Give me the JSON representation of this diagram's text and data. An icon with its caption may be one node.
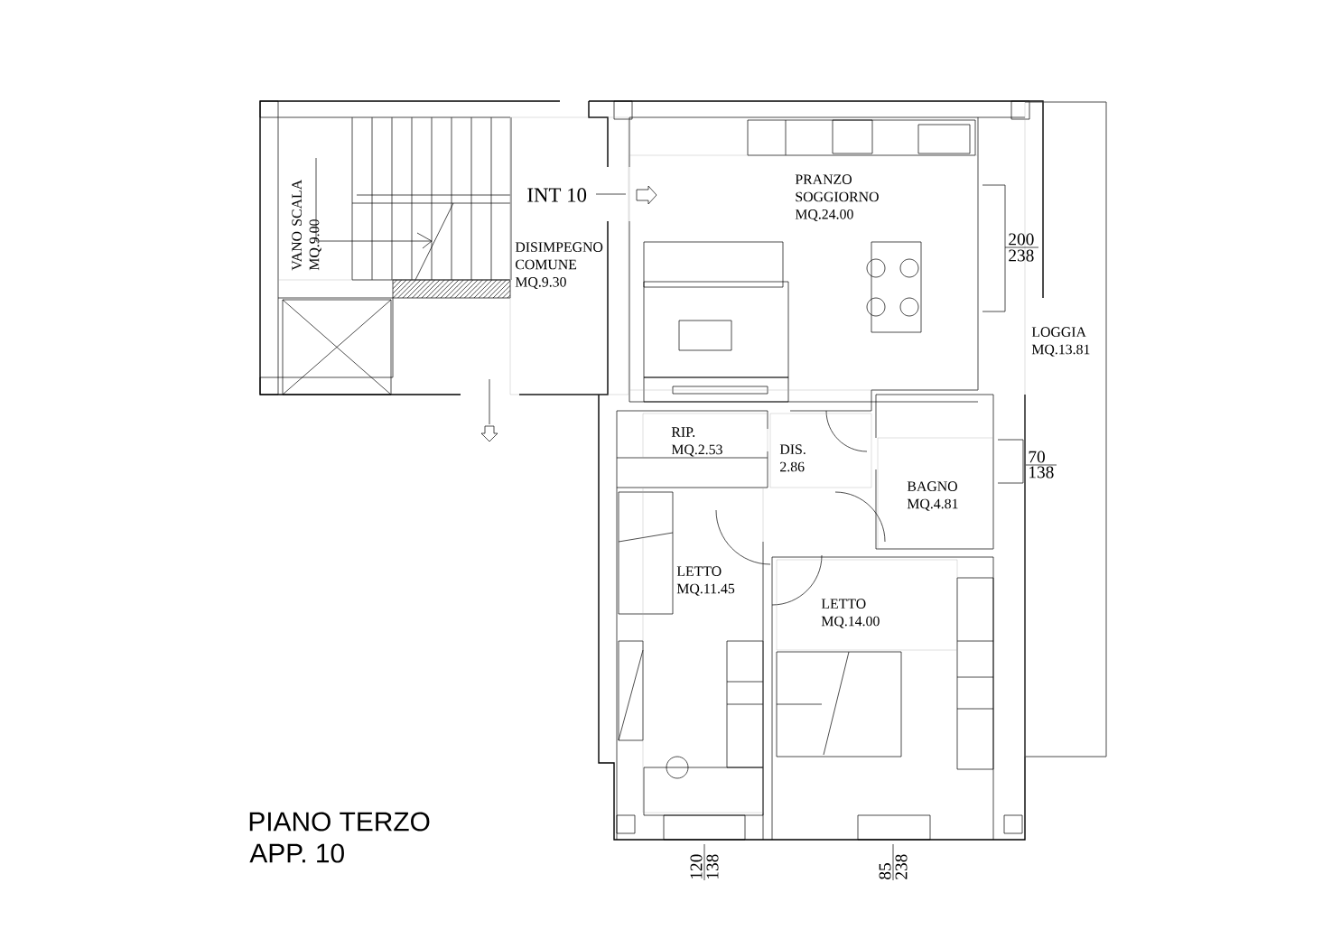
{
  "diagram": {
    "title": "PIANO TERZO",
    "caption": "APP.  10",
    "nodes": [
      {
        "text": [
          "VANO SCALA MQ.9.00"
        ]
      },
      {
        "text": [
          "DISIMPEGNO COMUNE MQ.9.30"
        ]
      },
      {
        "text": [
          "PRANZO SOGGIORNO MQ.24.00"
        ]
      },
      {
        "text": [
          "LOGGIA MQ.13.81"
        ]
      },
      {
        "text": [
          "RIP. MQ.2.53"
        ]
      },
      {
        "text": [
          "DIS. 2.86"
        ]
      },
      {
        "text": [
          "BAGNO MQ.4.81"
        ]
      },
      {
        "text": [
          "LETTO MQ.11.45"
        ]
      },
      {
        "text": [
          "LETTO MQ.14.00"
        ]
      }
    ],
    "labels": [
      "INT 10",
      "200",
      "238",
      "70",
      "138",
      "120",
      "138",
      "85",
      "238"
    ]
  }
}
